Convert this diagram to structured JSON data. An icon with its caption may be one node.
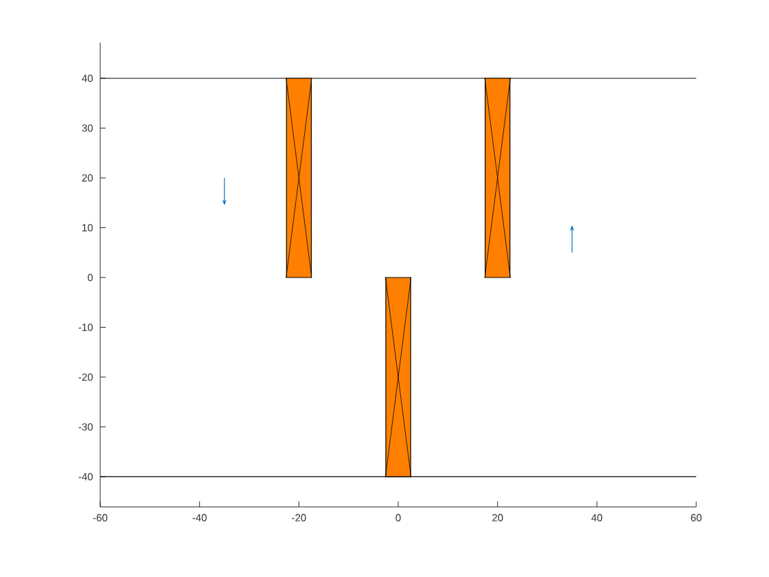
{
  "diagram": {
    "nodes": [
      {
        "text": [],
        "shape": "box"
      },
      {
        "text": [],
        "shape": "box"
      },
      {
        "text": [],
        "shape": "box"
      }
    ],
    "labels": [
      "40",
      "30",
      "20",
      "10",
      "0",
      "-10",
      "-20",
      "-30",
      "-40",
      "-60",
      "-40",
      "-20",
      "0",
      "20",
      "40",
      "60"
    ]
  }
}
